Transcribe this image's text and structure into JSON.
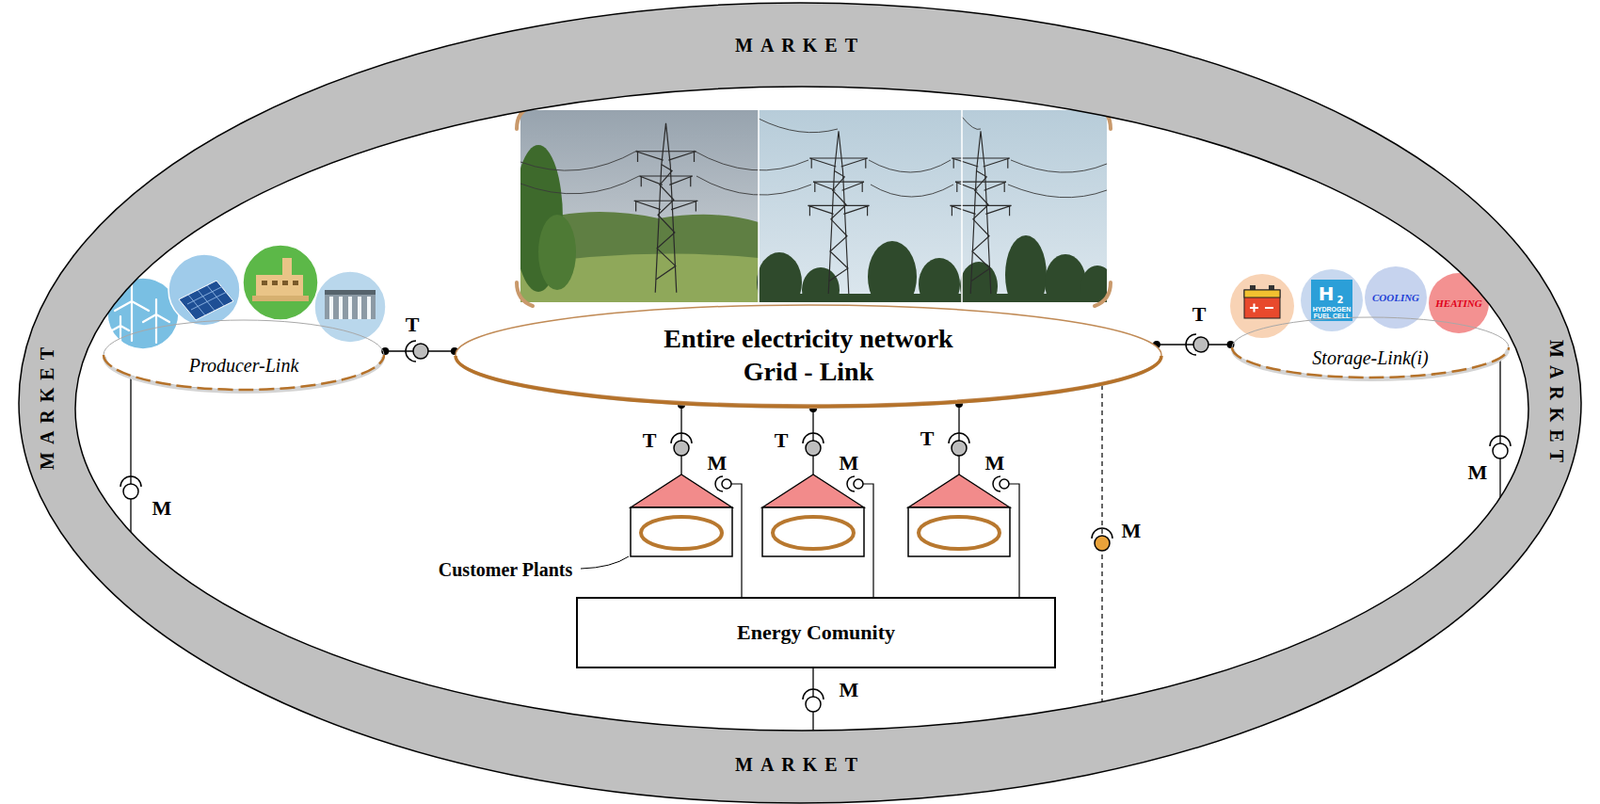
{
  "diagram": {
    "nodes": [
      {
        "text": [
          "MARKET",
          "MARKET",
          "MARKET",
          "MARKET"
        ]
      },
      {
        "text": [
          "Entire electricity network Grid - Link"
        ],
        "in": 0
      },
      {
        "text": [
          "Producer-Link"
        ],
        "in": 0
      },
      {
        "text": [
          "Storage-Link(i)"
        ],
        "in": 0
      },
      {
        "text": [
          "Energy Comunity"
        ],
        "in": 0
      }
    ],
    "edges": [
      {
        "from": 2,
        "to": 1,
        "arrow": "none"
      },
      {
        "from": 1,
        "to": 3,
        "arrow": "none"
      },
      {
        "from": 2,
        "to": 0,
        "arrow": "none"
      },
      {
        "from": 3,
        "to": 0,
        "arrow": "none"
      },
      {
        "from": 4,
        "to": 0,
        "arrow": "none"
      }
    ],
    "labels": [
      "T",
      "T",
      "T",
      "T",
      "T",
      "M",
      "M",
      "M",
      "M",
      "M",
      "M",
      "M",
      "Customer Plants",
      "H",
      "2",
      "HYDROGEN FUEL CELL",
      "COOLING",
      "HEATING"
    ]
  }
}
